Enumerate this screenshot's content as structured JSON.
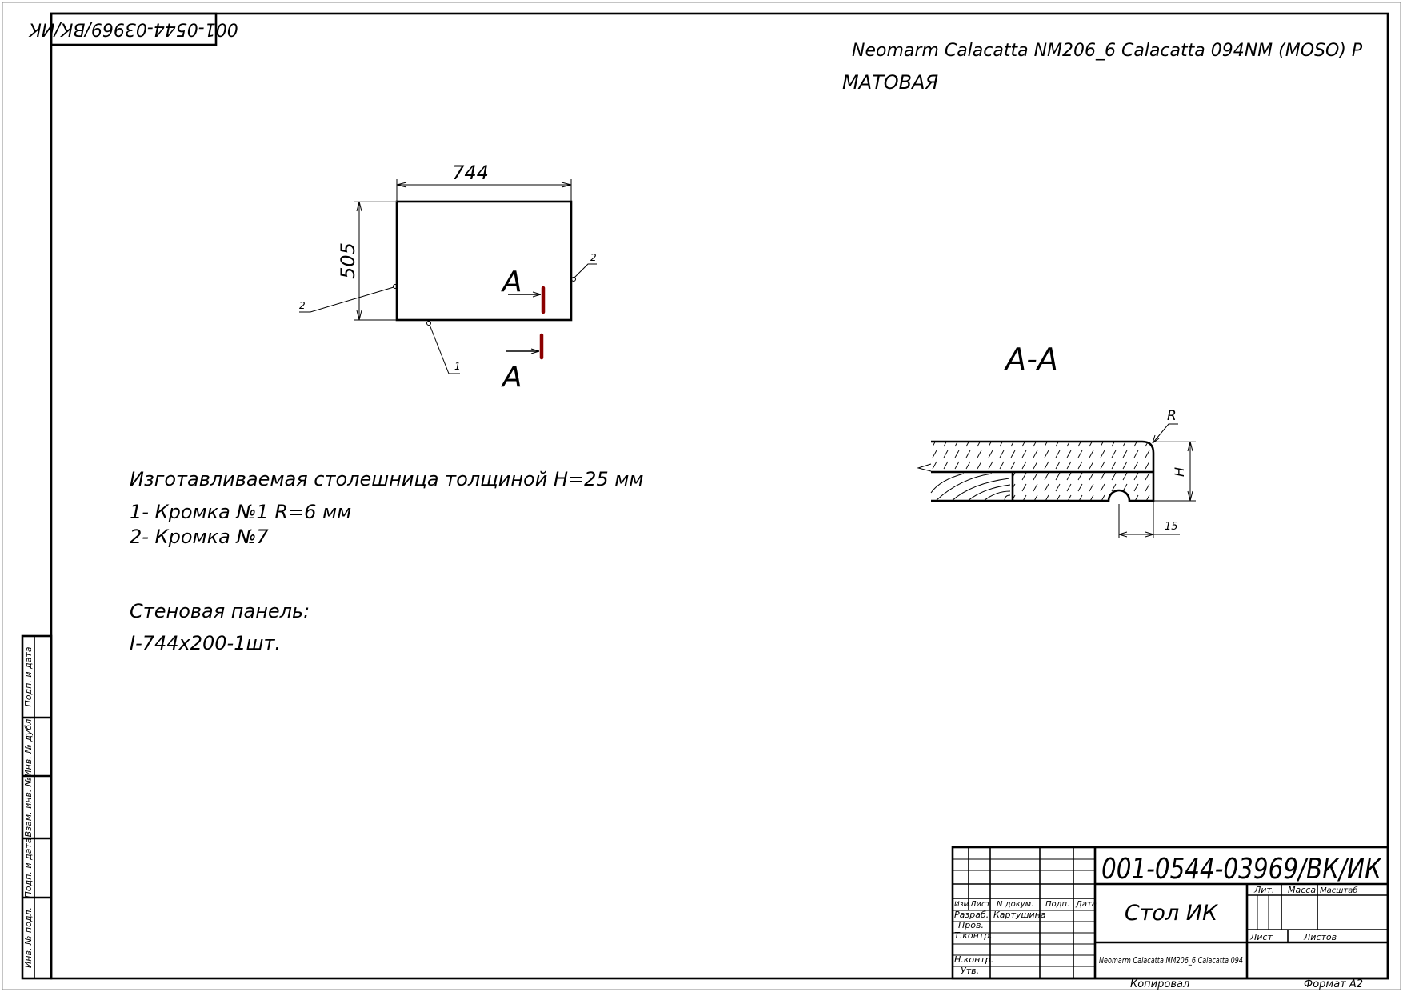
{
  "stamp_top_left": "001-0544-03969/ВК/ИК",
  "header": {
    "material": "Neomarm Calacatta NM206_6 Calacatta 094NM (MOSO) P",
    "finish": "МАТОВАЯ"
  },
  "plan_view": {
    "width_dim": "744",
    "depth_dim": "505",
    "edge_labels": [
      "2",
      "2",
      "1"
    ],
    "section_letter_top": "A",
    "section_letter_bottom": "A"
  },
  "section_view": {
    "title": "А-А",
    "radius_label": "R",
    "height_label": "H",
    "groove_offset": "15"
  },
  "notes": {
    "line1": "Изготавливаемая столешница толщиной H=25 мм",
    "line2": "1- Кромка №1 R=6 мм",
    "line3": "2- Кромка №7",
    "panel_heading": "Стеновая панель:",
    "panel_spec": "I-744x200-1шт."
  },
  "side_column": [
    "Подп. и дата",
    "Инв. № дубл.",
    "Взам. инв. №",
    "Подп. и дата",
    "Инв. № подл."
  ],
  "title_block": {
    "doc_number": "001-0544-03969/ВК/ИК",
    "name": "Стол ИК",
    "material": "Neomarm Calacatta NM206_6 Calacatta 094",
    "headers": {
      "izm": "Изм.",
      "list": "Лист",
      "doc": "N докум.",
      "sign": "Подп.",
      "date": "Дата"
    },
    "roles": {
      "developer": "Разраб.",
      "checker": "Пров.",
      "tcontrol": "Т.контр.",
      "ncontrol": "Н.контр.",
      "approved": "Утв."
    },
    "developer_name": "Картушина",
    "lit": "Лит.",
    "mass": "Масса",
    "scale": "Масштаб",
    "sheet": "Лист",
    "sheets": "Листов",
    "copied": "Копировал",
    "format": "Формат  А2"
  }
}
